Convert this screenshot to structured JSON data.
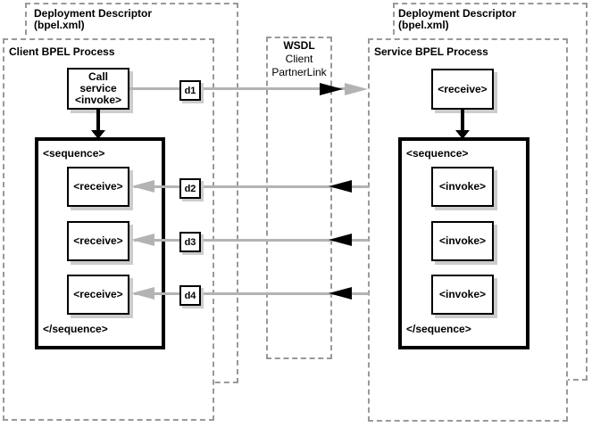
{
  "deployment_descriptor_left": {
    "title": "Deployment Descriptor",
    "subtitle": "(bpel.xml)"
  },
  "deployment_descriptor_right": {
    "title": "Deployment Descriptor",
    "subtitle": "(bpel.xml)"
  },
  "client_process": {
    "title": "Client BPEL Process",
    "call_service_box": {
      "line1": "Call",
      "line2": "service",
      "line3": "<invoke>"
    },
    "sequence": {
      "open_tag": "<sequence>",
      "close_tag": "</sequence>",
      "steps": [
        "<receive>",
        "<receive>",
        "<receive>"
      ]
    }
  },
  "wsdl": {
    "title": "WSDL",
    "subtitle1": "Client",
    "subtitle2": "PartnerLink"
  },
  "service_process": {
    "title": "Service BPEL Process",
    "receive_box": "<receive>",
    "sequence": {
      "open_tag": "<sequence>",
      "close_tag": "</sequence>",
      "steps": [
        "<invoke>",
        "<invoke>",
        "<invoke>"
      ]
    }
  },
  "message_labels": [
    "d1",
    "d2",
    "d3",
    "d4"
  ],
  "colors": {
    "dashed_border": "#999999",
    "arrow_gray": "#b3b3b3",
    "box_shadow": "#cccccc",
    "solid": "#000000",
    "background": "#ffffff"
  }
}
